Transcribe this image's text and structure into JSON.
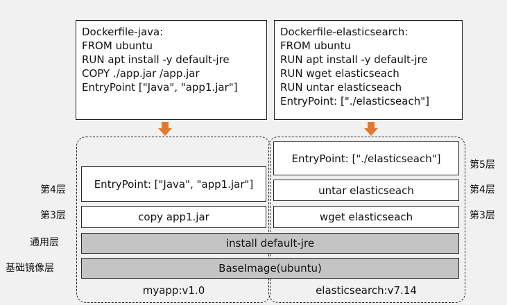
{
  "dockerfiles": {
    "java": {
      "lines": [
        "Dockerfile-java:",
        "FROM ubuntu",
        "RUN apt install -y default-jre",
        "COPY ./app.jar /app.jar",
        "EntryPoint [\"Java\", \"app1.jar\"]"
      ]
    },
    "elasticsearch": {
      "lines": [
        "Dockerfile-elasticsearch:",
        "FROM ubuntu",
        "RUN apt install -y default-jre",
        "RUN wget elasticseach",
        "RUN untar elasticseach",
        "EntryPoint: [\"./elasticseach\"]"
      ]
    }
  },
  "colors": {
    "arrow": "#e07a2e",
    "shared_layer": "#c4c4c4",
    "layer": "#ffffff"
  },
  "layers": {
    "java": {
      "entrypoint": "EntryPoint: [\"Java\", \"app1.jar\"]",
      "copy": "copy app1.jar"
    },
    "elasticsearch": {
      "entrypoint": "EntryPoint: [\"./elasticseach\"]",
      "untar": "untar elasticseach",
      "wget": "wget elasticseach"
    },
    "shared": {
      "jre": "install default-jre",
      "base": "BaseImage(ubuntu)"
    }
  },
  "labels": {
    "left": {
      "layer4": "第4层",
      "layer3": "第3层",
      "common": "通用层",
      "base": "基础镜像层"
    },
    "right": {
      "layer5": "第5层",
      "layer4": "第4层",
      "layer3": "第3层"
    }
  },
  "captions": {
    "java": "myapp:v1.0",
    "elasticsearch": "elasticsearch:v7.14"
  }
}
